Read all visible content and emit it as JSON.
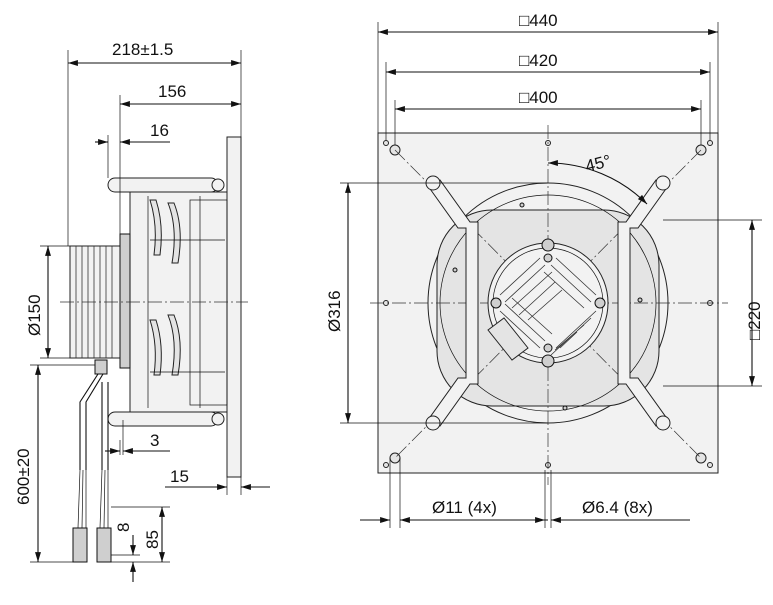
{
  "side_view": {
    "dim_overall_depth": "218±1.5",
    "dim_depth_156": "156",
    "dim_16": "16",
    "dim_motor_diameter": "Ø150",
    "dim_3": "3",
    "dim_15": "15",
    "dim_cable_length": "600±20",
    "dim_8": "8",
    "dim_85": "85"
  },
  "front_view": {
    "dim_plate_440": "□440",
    "dim_plate_420": "□420",
    "dim_plate_400": "□400",
    "dim_angle": "45°",
    "dim_ring_diameter": "Ø316",
    "dim_220": "□220",
    "dim_holes_11": "Ø11 (4x)",
    "dim_holes_6_4": "Ø6.4 (8x)"
  },
  "colors": {
    "line": "#111111",
    "part_fill": "#f2f2f2",
    "part_fill_dark": "#cfcfcf"
  }
}
